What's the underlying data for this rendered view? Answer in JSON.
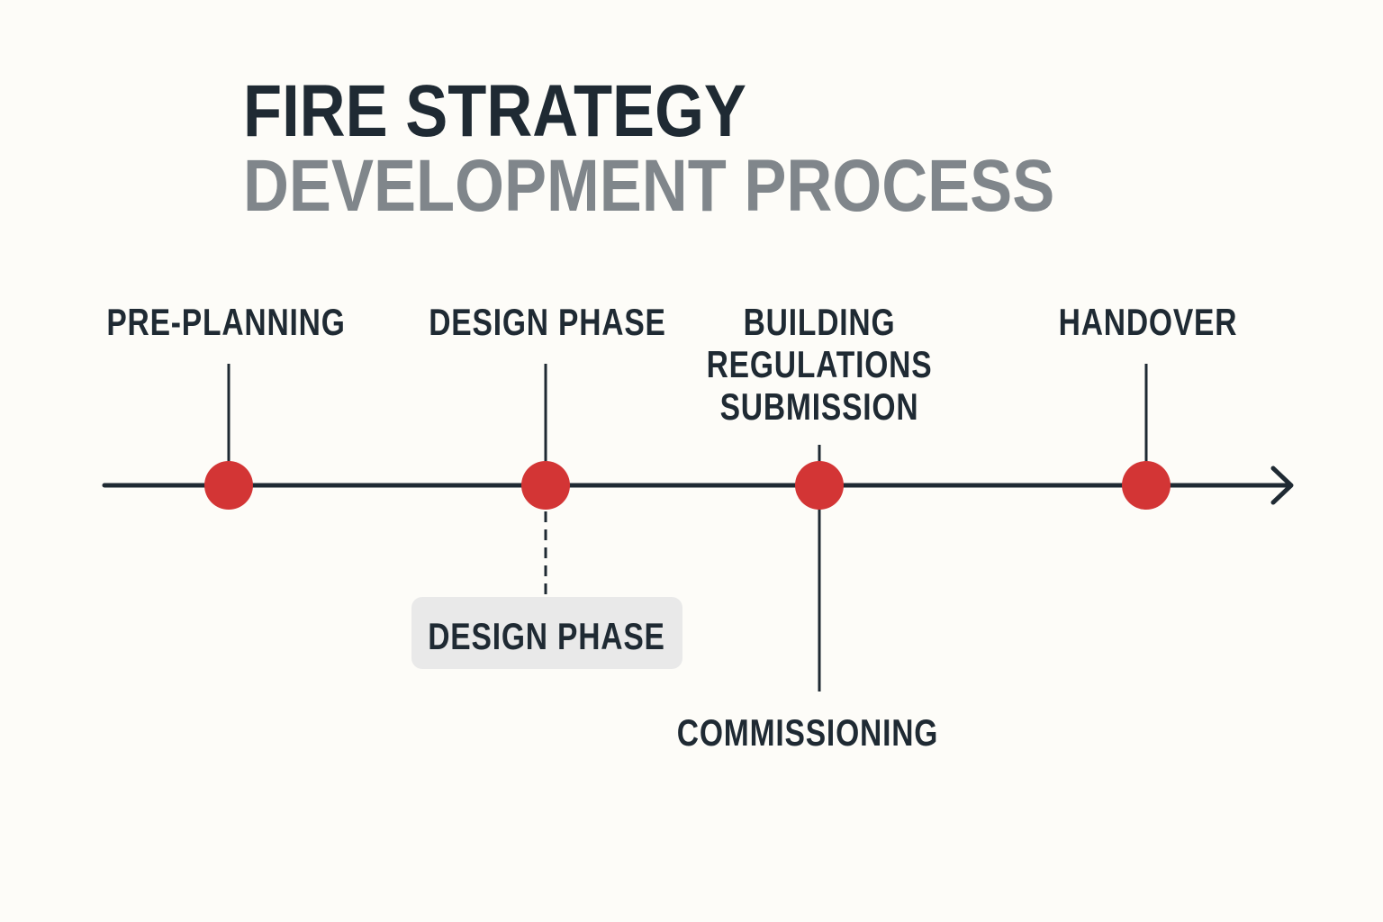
{
  "title": {
    "line1": "FIRE STRATEGY",
    "line2": "DEVELOPMENT PROCESS"
  },
  "colors": {
    "text": "#1f2a33",
    "subtitle": "#80868b",
    "milestone": "#d33535",
    "background": "#fdfcf8",
    "callout": "#e9e9e9"
  },
  "milestones": [
    {
      "label": "PRE-PLANNING"
    },
    {
      "label": "DESIGN PHASE"
    },
    {
      "label_lines": [
        "BUILDING",
        "REGULATIONS",
        "SUBMISSION"
      ]
    },
    {
      "label": "HANDOVER"
    }
  ],
  "callout": {
    "label": "DESIGN PHASE"
  },
  "below_label": "COMMISSIONING"
}
